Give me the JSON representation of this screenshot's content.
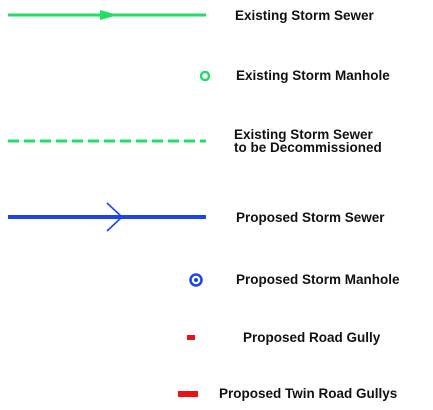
{
  "legend": {
    "colors": {
      "existing": "#22dd66",
      "proposed": "#1a44ee",
      "gully": "#ee1111",
      "text": "#111111"
    },
    "items": [
      {
        "label": "Existing Storm Sewer",
        "symbol": "solid-line-arrow"
      },
      {
        "label": "Existing Storm Manhole",
        "symbol": "hollow-circle"
      },
      {
        "label_line1": "Existing Storm Sewer",
        "label_line2": "to be Decommissioned",
        "symbol": "dashed-line"
      },
      {
        "label": "Proposed Storm Sewer",
        "symbol": "solid-line-open-arrow"
      },
      {
        "label": "Proposed Storm Manhole",
        "symbol": "double-circle"
      },
      {
        "label": "Proposed Road Gully",
        "symbol": "small-rectangle"
      },
      {
        "label": "Proposed Twin Road Gullys",
        "symbol": "wide-rectangle"
      }
    ]
  }
}
